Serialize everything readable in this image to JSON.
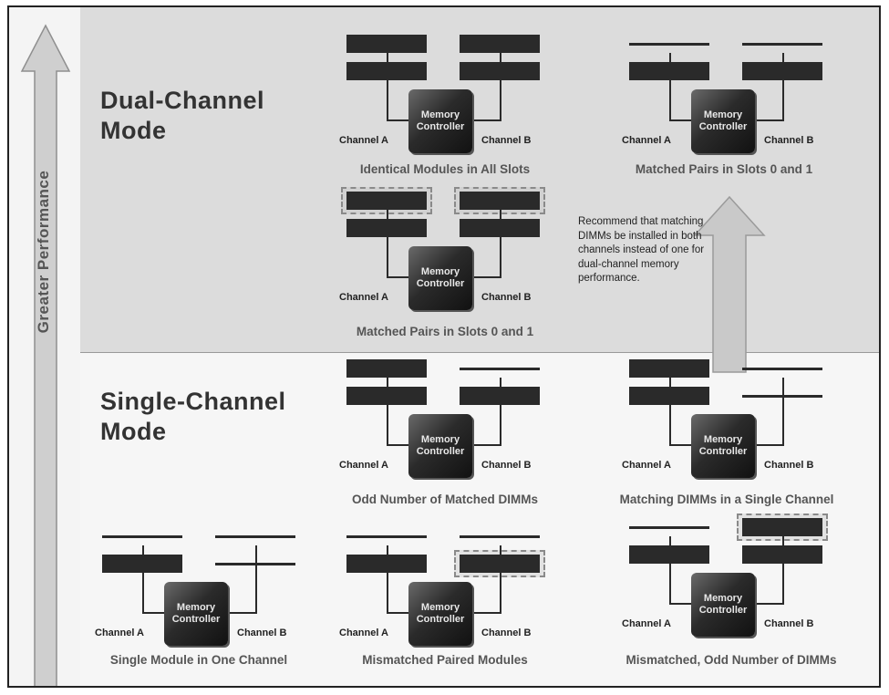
{
  "axis_label": "Greater Performance",
  "modes": {
    "dual": "Dual-Channel\nMode",
    "single": "Single-Channel\nMode"
  },
  "controller_label": "Memory\nController",
  "channel_a": "Channel A",
  "channel_b": "Channel B",
  "captions": {
    "p1": "Identical Modules in All Slots",
    "p2": "Matched Pairs in Slots 0 and 1",
    "p3": "Matched Pairs in Slots 0 and 1",
    "p4": "Odd Number of Matched DIMMs",
    "p5": "Matching DIMMs in a Single Channel",
    "p6": "Single Module in One Channel",
    "p7": "Mismatched Paired Modules",
    "p8": "Mismatched, Odd Number of DIMMs"
  },
  "note": "Recommend that matching DIMMs be installed in both channels instead of one for dual-channel memory performance.",
  "colors": {
    "module": "#2a2a2a",
    "highlight_border": "#8a8a8a",
    "dual_bg": "#dcdcdc",
    "single_bg": "#f6f6f6"
  }
}
